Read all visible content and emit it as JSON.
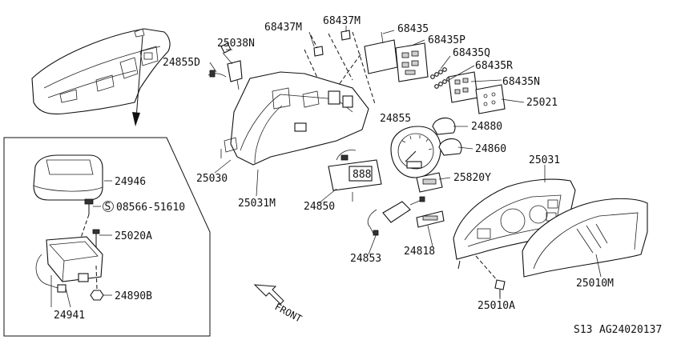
{
  "labels": {
    "p68437m_a": "68437M",
    "p68437m_b": "68437M",
    "p68435": "68435",
    "p68435p": "68435P",
    "p68435q": "68435Q",
    "p68435r": "68435R",
    "p68435n": "68435N",
    "p25021": "25021",
    "p25038n": "25038N",
    "p24855d": "24855D",
    "p24855": "24855",
    "p24880": "24880",
    "p24860": "24860",
    "p25031": "25031",
    "p25820y": "25820Y",
    "p25030": "25030",
    "p25031m": "25031M",
    "p24850": "24850",
    "p24853": "24853",
    "p24818": "24818",
    "p25010a": "25010A",
    "p25010m": "25010M",
    "p24946": "24946",
    "p08566": "08566-51610",
    "p08566_prefix": "S",
    "p25020a": "25020A",
    "p24890b": "24890B",
    "p24941": "24941",
    "front": "FRONT"
  },
  "reference": {
    "left": "S13",
    "right": "AG24020137"
  },
  "gauge_readout": "888"
}
